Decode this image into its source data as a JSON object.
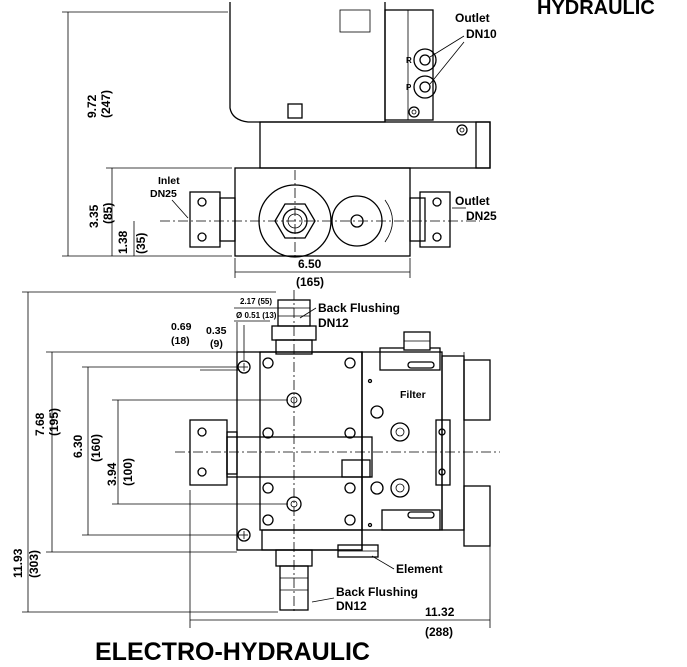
{
  "header": {
    "top_right": "HYDRAULIC"
  },
  "footer": {
    "caption": "ELECTRO-HYDRAULIC"
  },
  "top_view": {
    "outlet_small": {
      "line1": "Outlet",
      "line2": "DN10"
    },
    "inlet": {
      "line1": "Inlet",
      "line2": "DN25"
    },
    "outlet_large": {
      "line1": "Outlet",
      "line2": "DN25"
    },
    "port_letters": {
      "upper": "R",
      "lower": "P"
    },
    "dim_height": {
      "in": "9.72",
      "mm": "(247)"
    },
    "dim_body": {
      "in": "3.35",
      "mm": "(85)"
    },
    "dim_port": {
      "in": "1.38",
      "mm": "(35)"
    },
    "dim_width": {
      "in": "6.50",
      "mm": "(165)"
    }
  },
  "bottom_view": {
    "back_flushing_top": {
      "line1": "Back Flushing",
      "line2": "DN12"
    },
    "back_flushing_bottom": {
      "line1": "Back Flushing",
      "line2": "DN12"
    },
    "filter": "Filter",
    "element": "Element",
    "dim_small_a": "2.17 (55)",
    "dim_small_b": "Ø 0.51 (13)",
    "dim_069": {
      "in": "0.69",
      "mm": "(18)"
    },
    "dim_035": {
      "in": "0.35",
      "mm": "(9)"
    },
    "dim_total": {
      "in": "11.93",
      "mm": "(303)"
    },
    "dim_768": {
      "in": "7.68",
      "mm": "(195)"
    },
    "dim_630": {
      "in": "6.30",
      "mm": "(160)"
    },
    "dim_394": {
      "in": "3.94",
      "mm": "(100)"
    },
    "dim_width": {
      "in": "11.32",
      "mm": "(288)"
    }
  }
}
